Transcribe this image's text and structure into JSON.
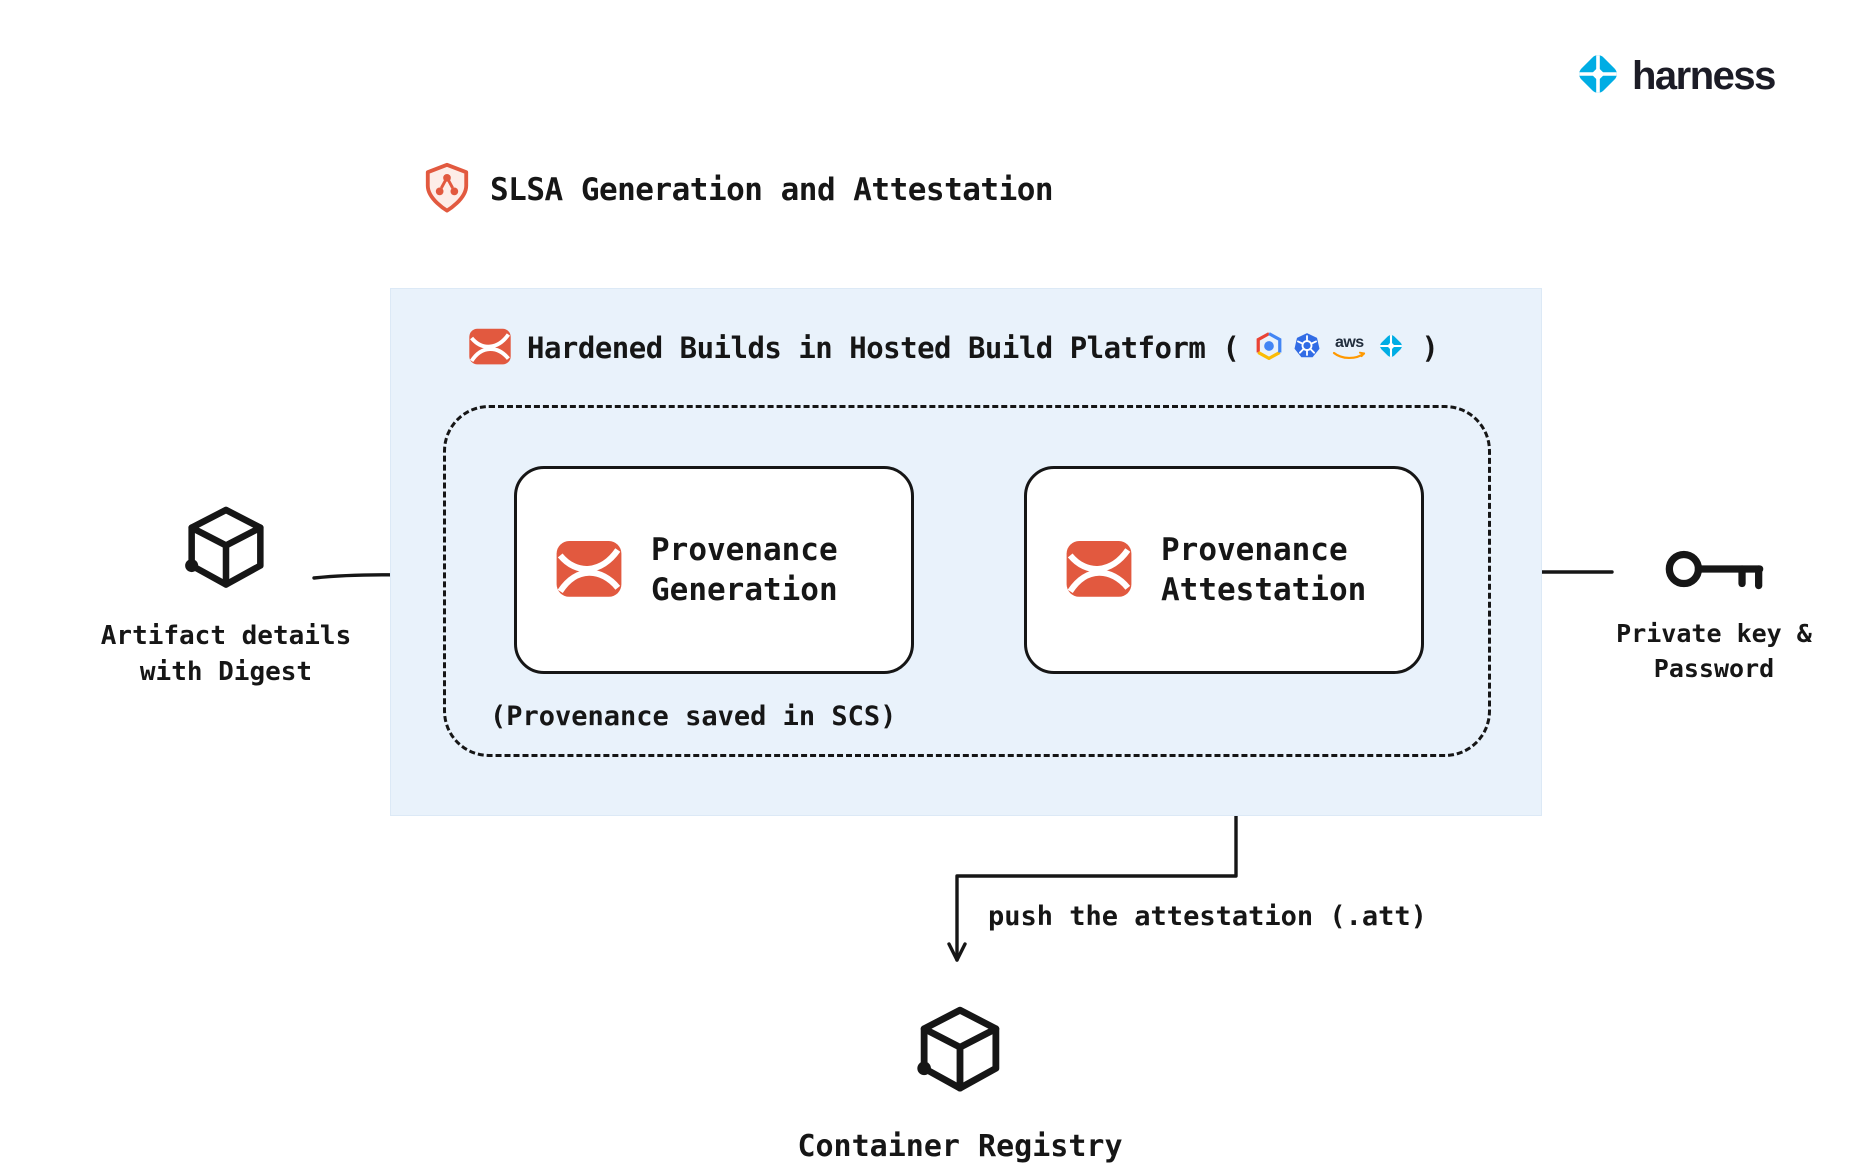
{
  "brand": {
    "name": "harness"
  },
  "title": {
    "label": "SLSA Generation and Attestation"
  },
  "platform": {
    "header_prefix": "Hardened Builds in Hosted Build Platform (",
    "header_suffix": ")",
    "aws_label": "aws",
    "note": "(Provenance saved in SCS)"
  },
  "boxes": {
    "generation": {
      "label": "Provenance\nGeneration"
    },
    "attestation": {
      "label": "Provenance\nAttestation"
    }
  },
  "annotations": {
    "artifact": "Artifact details\nwith Digest",
    "private_key": "Private key &\nPassword",
    "push": "push the attestation (.att)",
    "registry": "Container Registry"
  },
  "colors": {
    "accent_orange": "#E2593F",
    "harness_blue": "#00ADE4",
    "panel_blue": "#E9F2FB",
    "ink": "#161616"
  }
}
